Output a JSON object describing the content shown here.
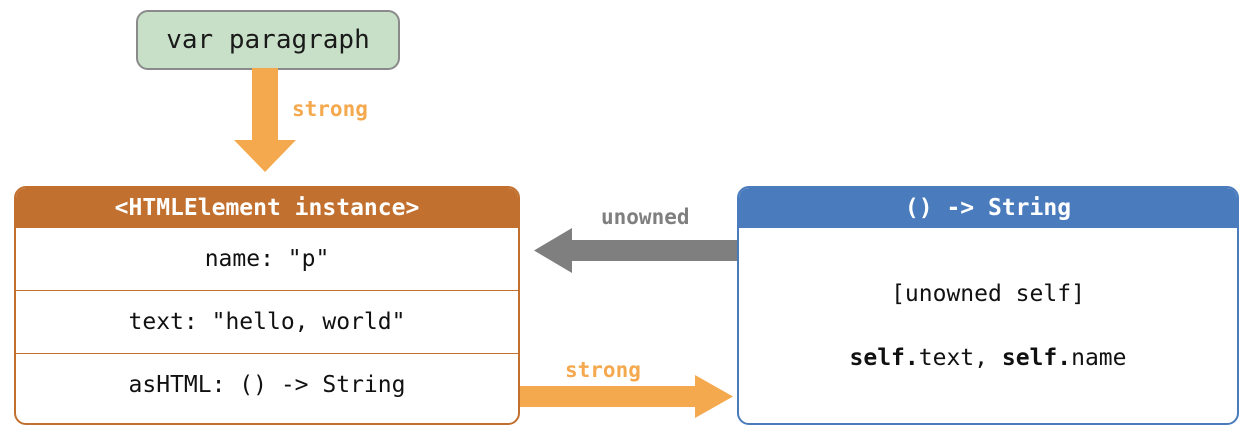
{
  "diagram": {
    "title": "Swift ARC unowned-self closure capture diagram",
    "colors": {
      "strong_arrow": "#f5a94e",
      "unowned_arrow": "#7f7f7f",
      "instance_header": "#c1702f",
      "closure_header": "#4a7cbd",
      "variable_fill": "#c8e0c8",
      "variable_border": "#8a8a8a"
    },
    "variable": {
      "label": "var paragraph"
    },
    "instance_box": {
      "header": "<HTMLElement instance>",
      "rows": [
        "name: \"p\"",
        "text: \"hello, world\"",
        "asHTML: () -> String"
      ]
    },
    "closure_box": {
      "header": "() -> String",
      "lines": [
        {
          "text": "[unowned self]",
          "bold_prefix": ""
        },
        {
          "text": "self.text, self.name",
          "bold_prefix": "self."
        }
      ],
      "capture_list": "[unowned self]",
      "body_line_bold_1": "self.",
      "body_line_plain_1": "text, ",
      "body_line_bold_2": "self.",
      "body_line_plain_2": "name"
    },
    "arrows": [
      {
        "id": "variable-to-instance",
        "label": "strong",
        "direction": "down",
        "color": "#f5a94e",
        "from": "var paragraph",
        "to": "<HTMLElement instance>"
      },
      {
        "id": "closure-to-instance",
        "label": "unowned",
        "direction": "left",
        "color": "#7f7f7f",
        "from": "() -> String",
        "to": "<HTMLElement instance>"
      },
      {
        "id": "instance-to-closure",
        "label": "strong",
        "direction": "right",
        "color": "#f5a94e",
        "from": "<HTMLElement instance>",
        "to": "() -> String"
      }
    ]
  }
}
